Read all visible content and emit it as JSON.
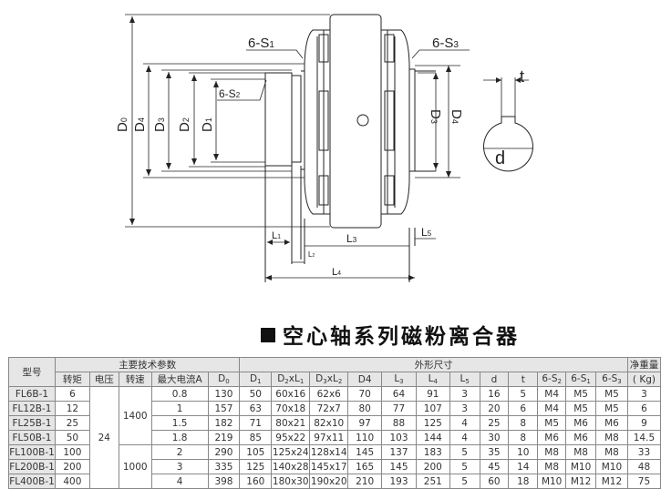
{
  "drawing": {
    "labels": {
      "D0": "D",
      "D4": "D",
      "D3": "D",
      "D2": "D",
      "D1": "D",
      "s1": "6-S",
      "s2": "6-S",
      "s3": "6-S",
      "L1": "L",
      "L2": "L",
      "L3": "L",
      "L4": "L",
      "L5": "L",
      "t": "t",
      "d": "d"
    },
    "subs": {
      "D0": "0",
      "D4": "4",
      "D3": "3",
      "D2": "2",
      "D1": "1",
      "s1": "1",
      "s2": "2",
      "s3": "3",
      "L1": "1",
      "L2": "2",
      "L3": "3",
      "L4": "4",
      "L5": "5"
    }
  },
  "title": "空心轴系列磁粉离合器",
  "table": {
    "group_headers": {
      "model": "型号",
      "tech": "主要技术参数",
      "dims": "外形尺寸",
      "weight": "净重量"
    },
    "columns": [
      "转矩",
      "电压",
      "转速",
      "最大电流A",
      "D",
      "D",
      "D",
      "D",
      "D4",
      "L",
      "L",
      "L",
      "d",
      "t",
      "6-S",
      "6-S",
      "6-S",
      "( Kg)"
    ],
    "column_subs": [
      "",
      "",
      "",
      "",
      "0",
      "1",
      "2",
      "3",
      "",
      "3",
      "4",
      "5",
      "",
      "",
      "2",
      "1",
      "3",
      ""
    ],
    "column_suffix": [
      "",
      "",
      "",
      "",
      "",
      "",
      "xL",
      "xL",
      "",
      "",
      "",
      "",
      "",
      "",
      "",
      "",
      "",
      ""
    ],
    "column_suffix_subs": [
      "",
      "",
      "",
      "",
      "",
      "",
      "1",
      "2",
      "",
      "",
      "",
      "",
      "",
      "",
      "",
      "",
      "",
      ""
    ],
    "voltage": "24",
    "speeds": [
      "1400",
      "1000"
    ],
    "rows": [
      [
        "FL6B-1",
        "6",
        "0.8",
        "130",
        "50",
        "60x16",
        "62x6",
        "70",
        "64",
        "91",
        "3",
        "16",
        "5",
        "M4",
        "M5",
        "M5",
        "3"
      ],
      [
        "FL12B-1",
        "12",
        "1",
        "157",
        "63",
        "70x18",
        "72x7",
        "80",
        "77",
        "107",
        "3",
        "20",
        "6",
        "M4",
        "M5",
        "M5",
        "6"
      ],
      [
        "FL25B-1",
        "25",
        "1.5",
        "182",
        "71",
        "80x21",
        "82x10",
        "97",
        "88",
        "125",
        "4",
        "25",
        "8",
        "M5",
        "M6",
        "M6",
        "9"
      ],
      [
        "FL50B-1",
        "50",
        "1.8",
        "219",
        "85",
        "95x22",
        "97x11",
        "110",
        "103",
        "144",
        "4",
        "30",
        "8",
        "M6",
        "M6",
        "M8",
        "14.5"
      ],
      [
        "FL100B-1",
        "100",
        "2",
        "290",
        "105",
        "125x24",
        "128x14",
        "145",
        "137",
        "183",
        "5",
        "35",
        "10",
        "M8",
        "M8",
        "M8",
        "33"
      ],
      [
        "FL200B-1",
        "200",
        "3",
        "335",
        "125",
        "140x28",
        "145x17",
        "165",
        "145",
        "200",
        "5",
        "45",
        "14",
        "M8",
        "M10",
        "M10",
        "48"
      ],
      [
        "FL400B-1",
        "400",
        "4",
        "398",
        "160",
        "180x30",
        "190x20",
        "210",
        "193",
        "251",
        "5",
        "60",
        "18",
        "M10",
        "M12",
        "M12",
        "75"
      ]
    ]
  }
}
